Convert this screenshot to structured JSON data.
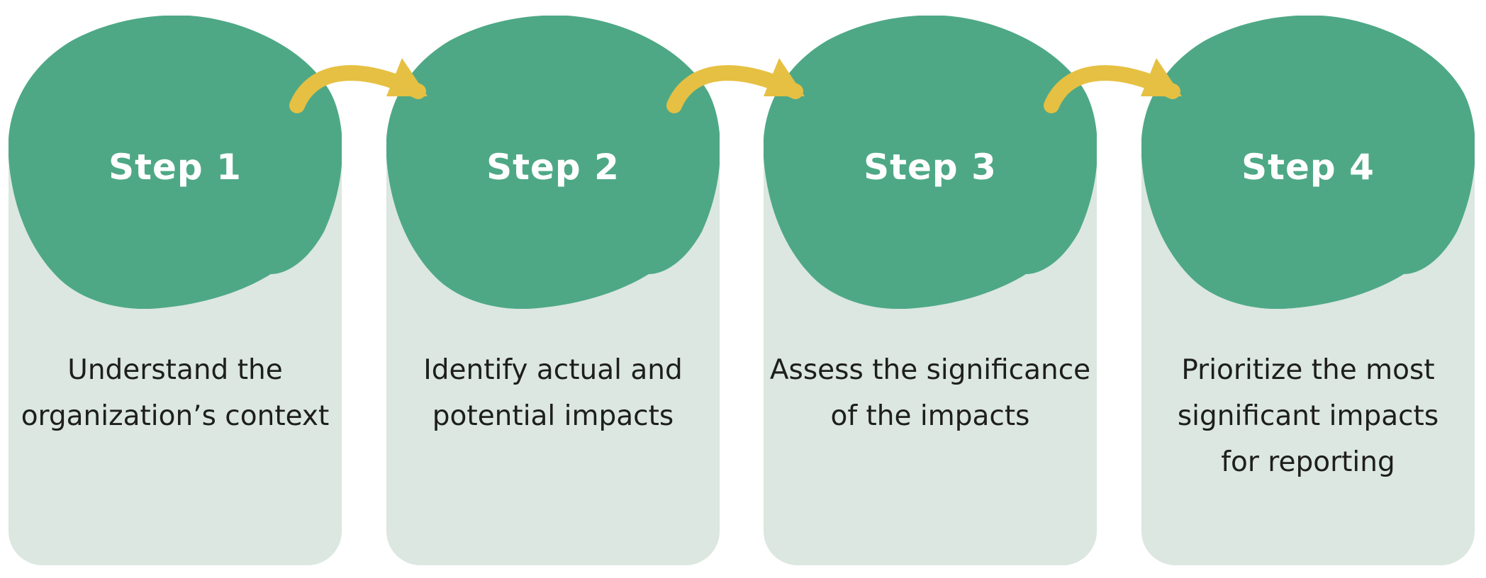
{
  "colors": {
    "blob": "#4ea886",
    "card": "#dbe7e0",
    "arrow": "#e6c042",
    "title_text": "#ffffff",
    "desc_text": "#1e1e1e"
  },
  "steps": [
    {
      "title": "Step 1",
      "description": "Understand the\norganization’s context"
    },
    {
      "title": "Step 2",
      "description": "Identify actual and\npotential impacts"
    },
    {
      "title": "Step 3",
      "description": "Assess the significance\nof the impacts"
    },
    {
      "title": "Step 4",
      "description": "Prioritize the most\nsignificant impacts\nfor reporting"
    }
  ],
  "arrows": [
    {
      "from": "Step 1",
      "to": "Step 2",
      "icon": "curved-arrow-icon"
    },
    {
      "from": "Step 2",
      "to": "Step 3",
      "icon": "curved-arrow-icon"
    },
    {
      "from": "Step 3",
      "to": "Step 4",
      "icon": "curved-arrow-icon"
    }
  ]
}
